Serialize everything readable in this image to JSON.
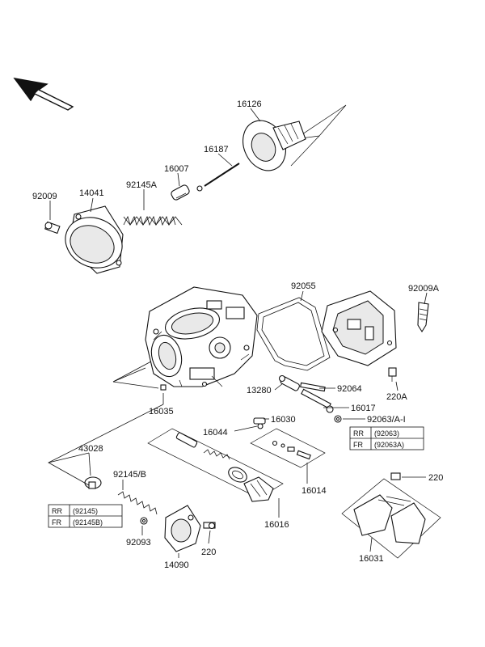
{
  "labels": {
    "p16126": "16126",
    "p16187": "16187",
    "p16007": "16007",
    "p14041": "14041",
    "p92145A": "92145A",
    "p92009": "92009",
    "p92055": "92055",
    "p92009A": "92009A",
    "p13280": "13280",
    "p92064": "92064",
    "p220A": "220A",
    "p16017": "16017",
    "p16035": "16035",
    "p16030": "16030",
    "p16044": "16044",
    "p92063": "92063/A-I",
    "p43028": "43028",
    "p92145B": "92145/B",
    "p16014": "16014",
    "p220a": "220",
    "p16016": "16016",
    "p92093": "92093",
    "p220b": "220",
    "p14090": "14090",
    "p16031": "16031"
  },
  "tables": {
    "right": {
      "rows": [
        {
          "code": "RR",
          "value": "(92063)"
        },
        {
          "code": "FR",
          "value": "(92063A)"
        }
      ]
    },
    "left": {
      "rows": [
        {
          "code": "RR",
          "value": "(92145)"
        },
        {
          "code": "FR",
          "value": "(92145B)"
        }
      ]
    }
  }
}
